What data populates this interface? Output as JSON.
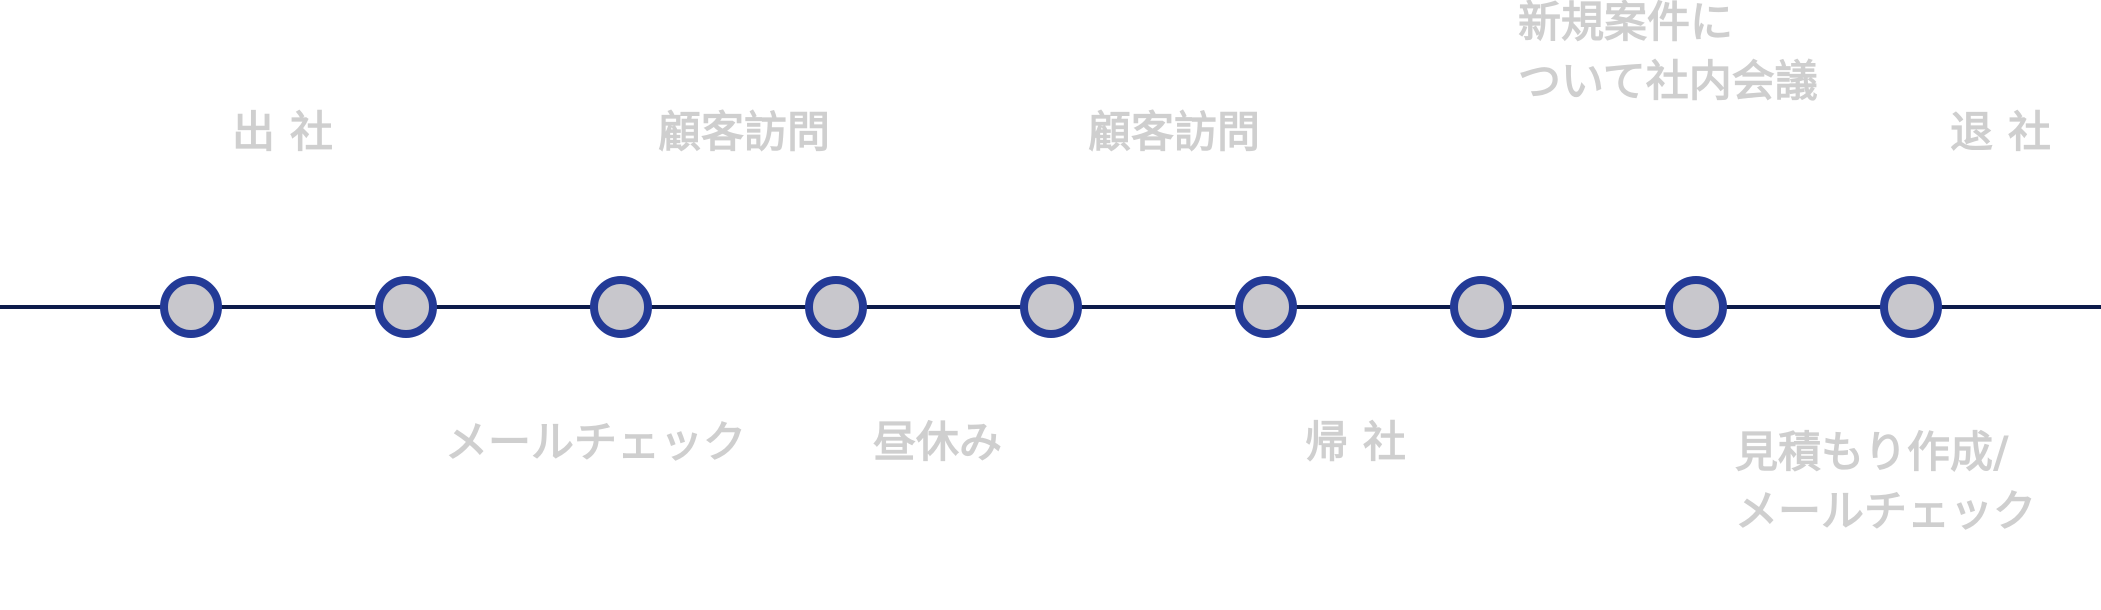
{
  "timeline": {
    "line_color": "#0d1b4a",
    "node_ring_color": "#233a96",
    "node_fill_color": "#c8c7cc",
    "label_color": "#cfcfcf",
    "events": [
      {
        "label_lines": [
          "出 社"
        ],
        "position": "above"
      },
      {
        "label_lines": [
          "メールチェック"
        ],
        "position": "below"
      },
      {
        "label_lines": [
          "顧客訪問"
        ],
        "position": "above"
      },
      {
        "label_lines": [
          "昼休み"
        ],
        "position": "below"
      },
      {
        "label_lines": [
          "顧客訪問"
        ],
        "position": "above"
      },
      {
        "label_lines": [
          "帰 社"
        ],
        "position": "below"
      },
      {
        "label_lines": [
          "新規案件に",
          "ついて社内会議"
        ],
        "position": "above"
      },
      {
        "label_lines": [
          "見積もり作成/",
          "メールチェック"
        ],
        "position": "below"
      },
      {
        "label_lines": [
          "退 社"
        ],
        "position": "above"
      }
    ]
  }
}
